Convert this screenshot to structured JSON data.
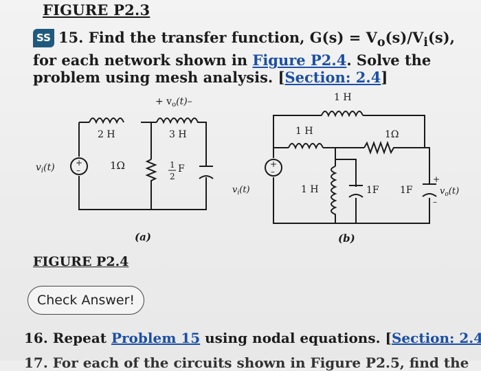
{
  "figure_p23": {
    "title": "FIGURE P2.3"
  },
  "problem15": {
    "badge": "SS",
    "number": "15.",
    "text_a": " Find the transfer function, G(s) = V",
    "sub_o": "o",
    "text_b": "(s)/V",
    "sub_i": "i",
    "text_c": "(s), for each network shown in ",
    "figure_link": "Figure P2.4",
    "text_d": ". Solve the problem using mesh analysis. [",
    "section_link": "Section: 2.4",
    "text_e": "]"
  },
  "circuit_a": {
    "l1": "2 H",
    "l2": "3 H",
    "r": "1Ω",
    "c": "F",
    "frac_n": "1",
    "frac_d": "2",
    "src": "v",
    "src_sub": "i",
    "src_t": "(t)",
    "vout": "+ v",
    "vout_sub": "o",
    "vout_t": "(t)–",
    "caption": "(a)"
  },
  "circuit_b": {
    "l_top": "1 H",
    "l_mid": "1 H",
    "r": "1Ω",
    "l_shunt": "1 H",
    "c1": "1F",
    "c2": "1F",
    "src": "v",
    "src_sub": "i",
    "src_t": "(t)",
    "vout": "v",
    "vout_sub": "o",
    "vout_t": "(t)",
    "plus": "+",
    "minus": "–",
    "caption": "(b)"
  },
  "figure_p24": {
    "title": "FIGURE P2.4"
  },
  "check_button": {
    "label": "Check Answer!"
  },
  "problem16": {
    "number": "16.",
    "text_a": " Repeat ",
    "problem_link": "Problem 15",
    "text_b": " using nodal equations. [",
    "section_link": "Section: 2.4",
    "text_c": "]"
  },
  "problem17_cutoff": {
    "text": "17. For each of the circuits shown in Figure P2.5, find the"
  }
}
